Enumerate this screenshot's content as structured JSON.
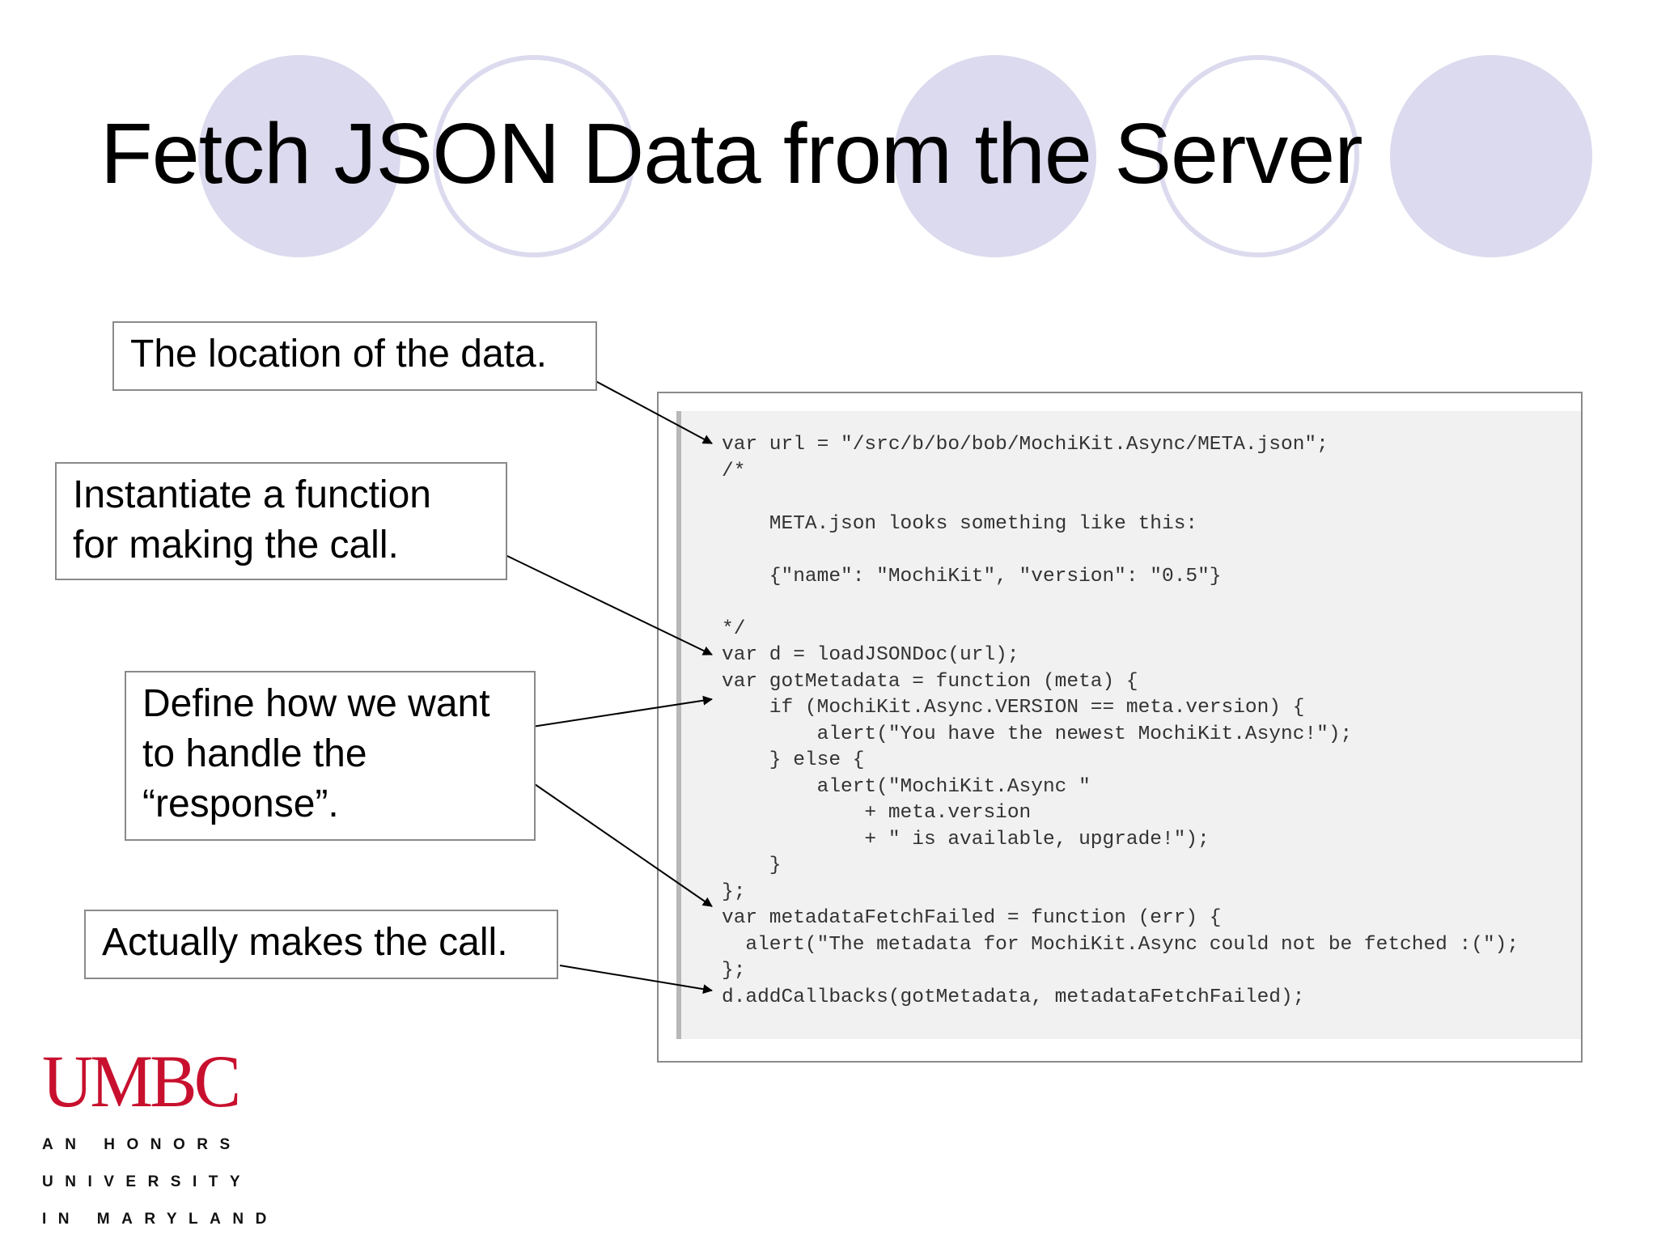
{
  "slide": {
    "title": "Fetch JSON Data from the Server",
    "accent_color": "#dcdaee"
  },
  "callouts": {
    "location": {
      "text": "The location of the data."
    },
    "instantiate": {
      "lines": [
        "Instantiate a function",
        "for making the call."
      ]
    },
    "define": {
      "lines": [
        "Define how we want",
        "to handle the",
        "“response”."
      ]
    },
    "actually": {
      "text": "Actually makes the call."
    }
  },
  "code": {
    "lines": [
      "var url = \"/src/b/bo/bob/MochiKit.Async/META.json\";",
      "/*",
      "",
      "    META.json looks something like this:",
      "",
      "    {\"name\": \"MochiKit\", \"version\": \"0.5\"}",
      "",
      "*/",
      "var d = loadJSONDoc(url);",
      "var gotMetadata = function (meta) {",
      "    if (MochiKit.Async.VERSION == meta.version) {",
      "        alert(\"You have the newest MochiKit.Async!\");",
      "    } else {",
      "        alert(\"MochiKit.Async \"",
      "            + meta.version",
      "            + \" is available, upgrade!\");",
      "    }",
      "};",
      "var metadataFetchFailed = function (err) {",
      "  alert(\"The metadata for MochiKit.Async could not be fetched :(\");",
      "};",
      "d.addCallbacks(gotMetadata, metadataFetchFailed);"
    ]
  },
  "logo": {
    "wordmark": "UMBC",
    "tagline": [
      "AN HONORS",
      "UNIVERSITY",
      "IN MARYLAND"
    ],
    "brand_color": "#c8102e"
  }
}
